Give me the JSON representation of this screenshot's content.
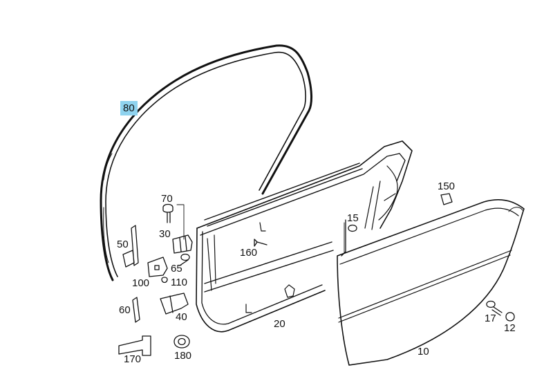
{
  "highlight_color": "#8fd3ef",
  "labels": {
    "p80": "80",
    "p70": "70",
    "p30": "30",
    "p50": "50",
    "p65": "65",
    "p100": "100",
    "p110": "110",
    "p60": "60",
    "p40": "40",
    "p170": "170",
    "p180": "180",
    "p160": "160",
    "p20": "20",
    "p15": "15",
    "p150": "150",
    "p10": "10",
    "p17": "17",
    "p12": "12"
  }
}
